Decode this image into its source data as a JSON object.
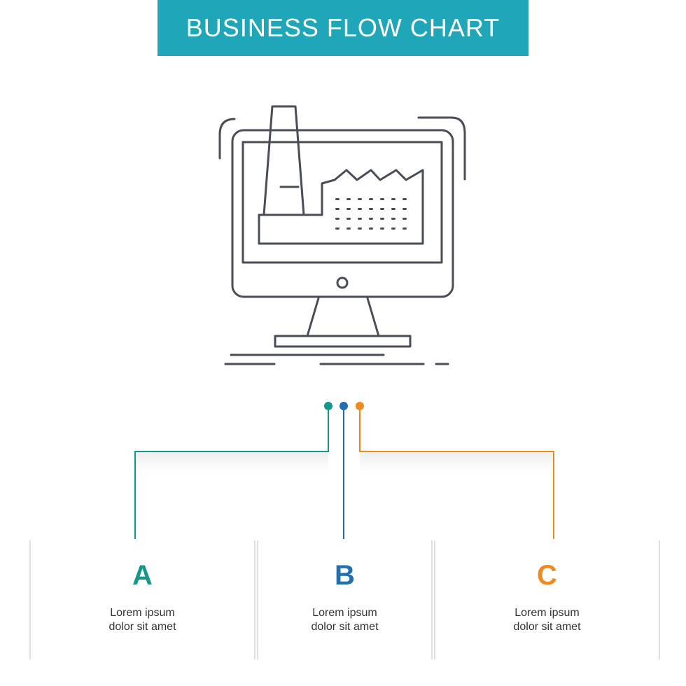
{
  "title": "BUSINESS FLOW CHART",
  "colors": {
    "banner": "#1fa6b8",
    "a": "#17968a",
    "b": "#1f6fb2",
    "c": "#f08a1c",
    "icon_stroke": "#4a4d57"
  },
  "icon": "factory-monitor-icon",
  "steps": [
    {
      "letter": "A",
      "text_line1": "Lorem ipsum",
      "text_line2": "dolor sit amet",
      "color": "#17968a"
    },
    {
      "letter": "B",
      "text_line1": "Lorem ipsum",
      "text_line2": "dolor sit amet",
      "color": "#1f6fb2"
    },
    {
      "letter": "C",
      "text_line1": "Lorem ipsum",
      "text_line2": "dolor sit amet",
      "color": "#f08a1c"
    }
  ]
}
